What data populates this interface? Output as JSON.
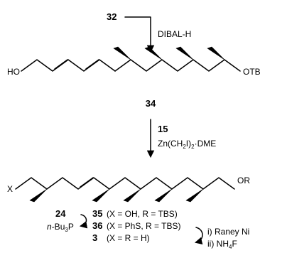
{
  "compounds": {
    "start": "32",
    "intermediate": "34",
    "reagent_cmpd": "15",
    "final_35": "35",
    "final_36": "36",
    "final_3": "3",
    "side_24": "24"
  },
  "reagents": {
    "step1": "DIBAL-H",
    "step2_cmpd": "15",
    "step2": "Zn(CH2I)2·DME",
    "step2_parts": {
      "a": "Zn(CH",
      "sub1": "2",
      "b": "I)",
      "sub2": "2",
      "c": "·DME"
    },
    "side_phosphine": "n-Bu3P",
    "side_phosphine_parts": {
      "italic": "n",
      "a": "-Bu",
      "sub": "3",
      "b": "P"
    },
    "deprot_1": "i)  Raney Ni",
    "deprot_2": "ii) NH4F",
    "deprot_2_parts": {
      "a": "ii) NH",
      "sub": "4",
      "b": "F"
    }
  },
  "structures": {
    "upper_left_group": "HO",
    "upper_right_group": "OTB",
    "lower_left_group": "X",
    "lower_right_group": "OR"
  },
  "labels": {
    "line_35": "(X = OH, R = TBS)",
    "line_36": "(X = PhS, R = TBS)",
    "line_3": "(X = R = H)"
  }
}
